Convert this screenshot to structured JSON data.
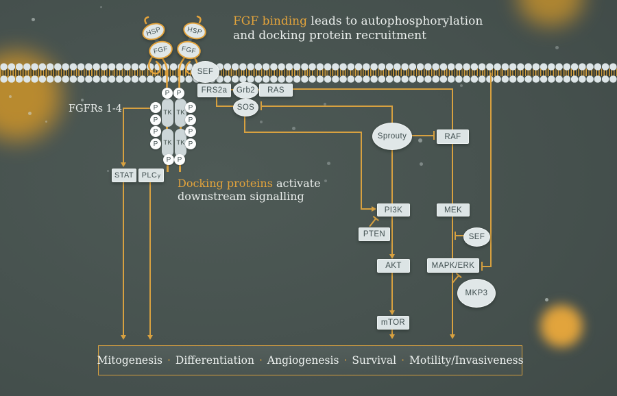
{
  "top_annotation": {
    "line1_highlight": "FGF binding",
    "line1_rest": " leads to autophosphorylation",
    "line2": "and docking protein recruitment"
  },
  "mid_annotation": {
    "line1_highlight": "Docking proteins",
    "line1_rest": " activate",
    "line2": "downstream signalling"
  },
  "receptor_label": "FGFRs 1-4",
  "labels": {
    "hsp": "HSP",
    "fgf": "FGF",
    "p": "P",
    "tk": "TK",
    "sef_membrane": "SEF",
    "frs2a": "FRS2a",
    "grb2": "Grb2",
    "ras": "RAS",
    "sos": "SOS",
    "sprouty": "Sprouty",
    "raf": "RAF",
    "pi3k": "PI3K",
    "pten": "PTEN",
    "mek": "MEK",
    "sef": "SEF",
    "akt": "AKT",
    "mapk_erk": "MAPK/ERK",
    "mkp3": "MKP3",
    "mtor": "mTOR",
    "stat": "STAT",
    "plc": "PLC",
    "plc_sub": "γ"
  },
  "outputs": {
    "items": [
      "Mitogenesis",
      "Differentiation",
      "Angiogenesis",
      "Survival",
      "Motility/Invasiveness"
    ],
    "separator": "·"
  },
  "colors": {
    "accent_orange": "#D8A140",
    "text_light": "#E9EDEB",
    "node_fill": "#DCE4E5",
    "node_text": "#3F4E4F",
    "background": "#45504D"
  }
}
